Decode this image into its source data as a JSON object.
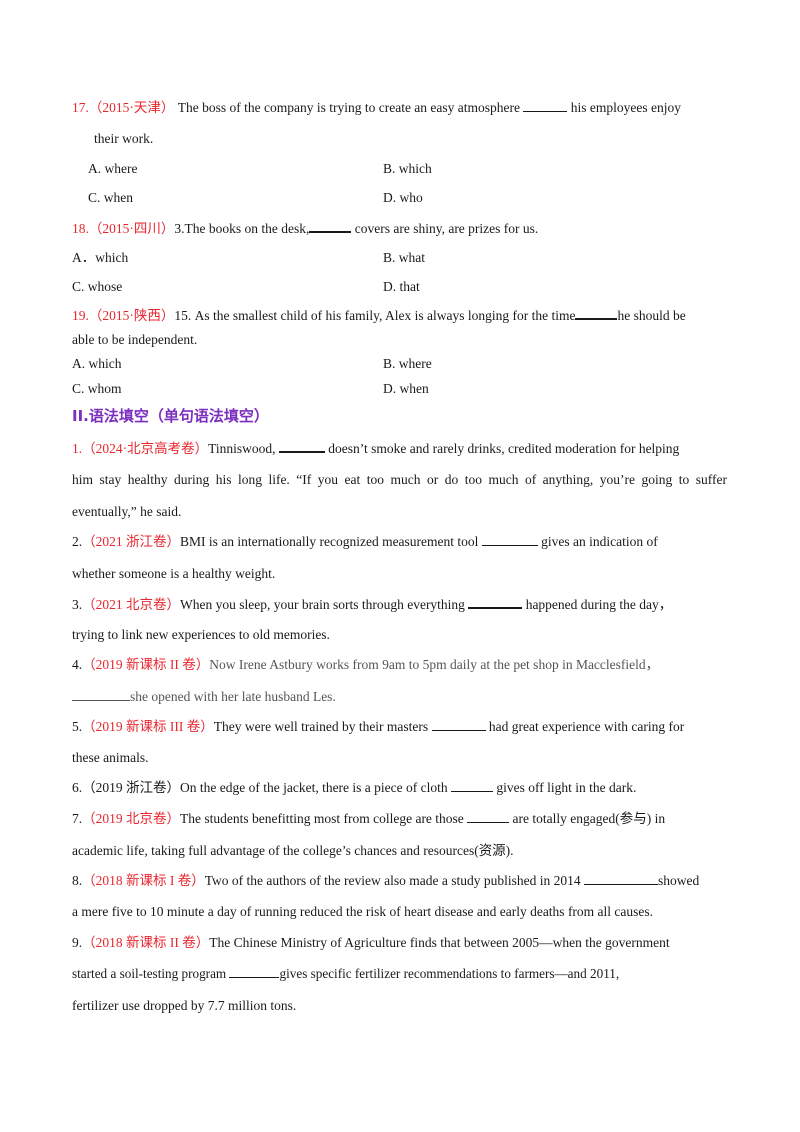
{
  "q17": {
    "num": "17.",
    "source": "（2015·天津）",
    "text_a": "The boss of the company is trying to create an easy atmosphere",
    "text_b": "his employees enjoy",
    "text_c": "their work.",
    "options": [
      "A. where",
      "B. which",
      "C. when",
      "D. who"
    ]
  },
  "q18": {
    "num": "18.",
    "source": "（2015·四川）",
    "text_a": "3.The books on the desk,",
    "text_b": "covers are shiny, are prizes for us.",
    "options": [
      "A．which",
      "B. what",
      "C. whose",
      "D. that"
    ]
  },
  "q19": {
    "num": "19.",
    "source": "（2015·陕西）",
    "text_a": "15.  As the smallest child of his family, Alex is always longing for the time",
    "text_b": "he should be",
    "text_c": "able to be independent.",
    "options": [
      "A. which",
      "B. where",
      "C. whom",
      "D. when"
    ]
  },
  "section2_title": "II.语法填空（单句语法填空）",
  "g1": {
    "num": "1.",
    "source": "（2024·北京高考卷）",
    "l1a": "Tinniswood,",
    "l1b": "doesn’t smoke and rarely drinks, credited moderation for helping",
    "l2": "him stay healthy during his long life. “If you eat too much or do too much of anything, you’re going to suffer",
    "l3": "eventually,” he said."
  },
  "g2": {
    "num": "2.",
    "source": "（2021 浙江卷）",
    "l1a": "BMI is an internationally recognized measurement tool",
    "l1b": "gives an indication of",
    "l2": "whether someone is a healthy weight."
  },
  "g3": {
    "num": "3.",
    "source": "（2021 北京卷）",
    "l1a": "When you sleep,  your brain sorts through everything",
    "l1b": "happened during the day，",
    "l2": "trying to link new experiences to old memories."
  },
  "g4": {
    "num": "4.",
    "source": "（2019 新课标 II 卷）",
    "l1a": "Now Irene Astbury works from 9am to 5pm daily at the pet shop in Macclesfield，",
    "l2": "she opened with her late husband Les."
  },
  "g5": {
    "num": "5.",
    "source": "（2019 新课标 III 卷）",
    "l1a": "They were well trained by their masters",
    "l1b": "had great experience with caring for",
    "l2": "these animals."
  },
  "g6": {
    "num": "6.",
    "source": "（2019 浙江卷）",
    "l1a": "On the edge of the jacket, there is a piece of cloth",
    "l1b": "gives off light in the dark."
  },
  "g7": {
    "num": "7.",
    "source": "（2019 北京卷）",
    "l1a": "The students benefitting most from college are those",
    "l1b": "are totally engaged(参与) in",
    "l2": "academic life, taking full advantage of the college’s chances and resources(资源)."
  },
  "g8": {
    "num": "8.",
    "source": "（2018 新课标 I 卷）",
    "l1a": "Two of the authors of the review also made a study published in 2014",
    "l1b": "showed",
    "l2": "a mere five to 10 minute a day of running reduced the risk of heart disease and early deaths from all causes."
  },
  "g9": {
    "num": "9.",
    "source": "（2018 新课标 II 卷）",
    "l1a": "The Chinese Ministry of Agriculture finds that between 2005—when the government",
    "l2a": "started  a  soil-testing  program",
    "l2b": "gives  specific  fertilizer  recommendations  to  farmers—and  2011,",
    "l3": "fertilizer use dropped by 7.7 million tons."
  }
}
